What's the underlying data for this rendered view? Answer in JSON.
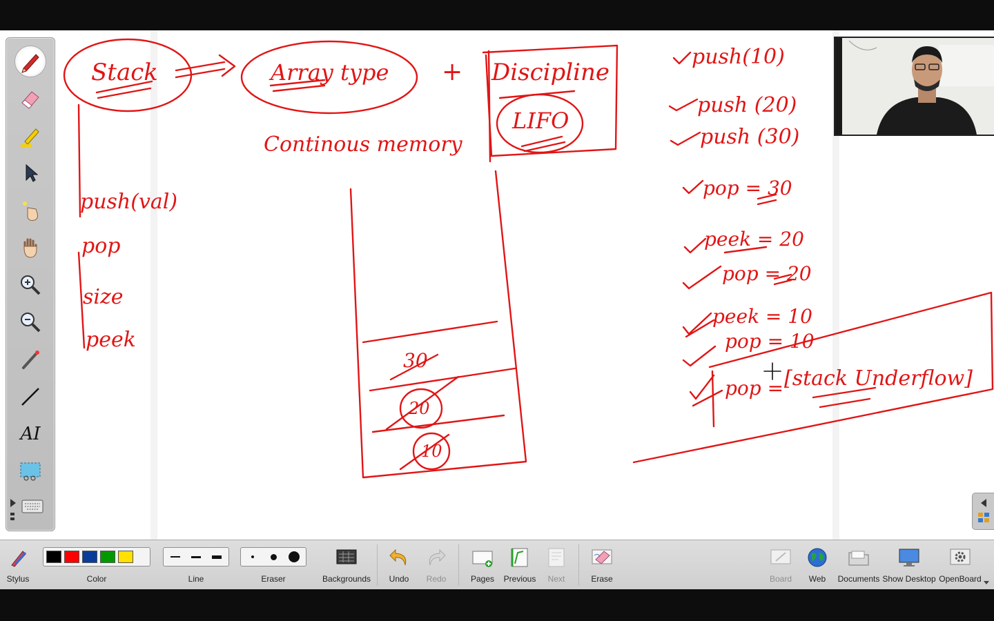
{
  "toolbar": {
    "stylus_label": "Stylus",
    "color_label": "Color",
    "line_label": "Line",
    "eraser_label": "Eraser",
    "backgrounds_label": "Backgrounds",
    "undo_label": "Undo",
    "redo_label": "Redo",
    "pages_label": "Pages",
    "previous_label": "Previous",
    "next_label": "Next",
    "erase_label": "Erase",
    "board_label": "Board",
    "web_label": "Web",
    "documents_label": "Documents",
    "show_desktop_label": "Show Desktop",
    "openboard_label": "OpenBoard",
    "colors": [
      "#000000",
      "#ff0000",
      "#0a3d99",
      "#009900",
      "#ffe000"
    ],
    "selected_color": "#ff0000"
  },
  "palette": {
    "tools": [
      "pen-icon",
      "eraser-icon",
      "highlighter-icon",
      "selector-icon",
      "interactor-icon",
      "hand-icon",
      "zoom-in-icon",
      "zoom-out-icon",
      "laser-pointer-icon",
      "line-icon",
      "text-icon",
      "capture-icon"
    ],
    "active_tool": "pen-icon",
    "text_tool_glyph": "AI"
  },
  "whiteboard": {
    "ink_color": "#e11515",
    "notes": {
      "stack": "Stack",
      "array_type": "Array type",
      "plus": "+",
      "discipline": "Discipline",
      "lifo": "LIFO",
      "continuous_memory": "Continous memory",
      "op_push": "push(val)",
      "op_pop": "pop",
      "op_size": "size",
      "op_peek": "peek",
      "cell_top": "30",
      "cell_mid": "20",
      "cell_bottom": "10",
      "s1": "push(10)",
      "s2": "push (20)",
      "s3": "push (30)",
      "s4": "pop = 30",
      "s5": "peek = 20",
      "s6": "pop = 20",
      "s7": "peek = 10",
      "s8": "pop = 10",
      "s9": "pop =",
      "underflow": "[stack Underflow]"
    }
  }
}
